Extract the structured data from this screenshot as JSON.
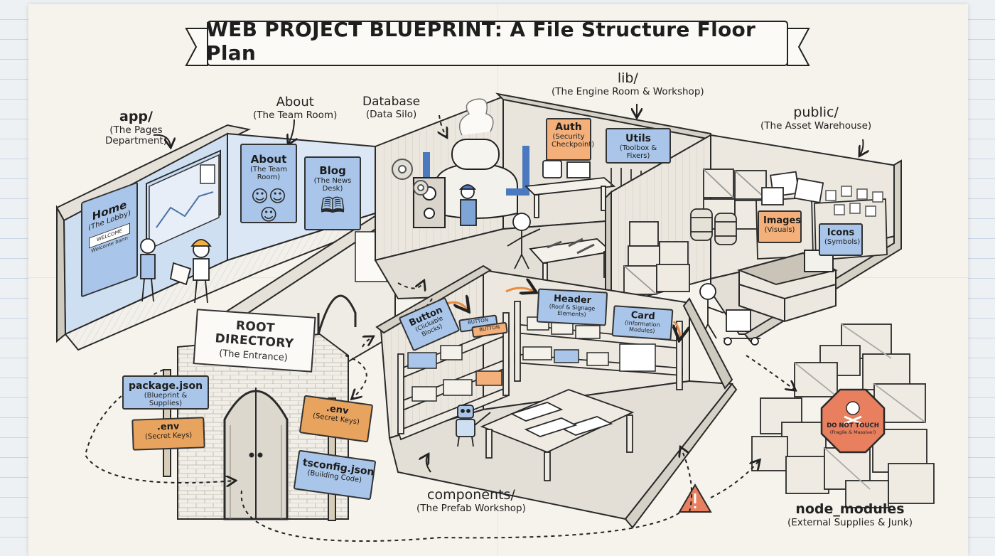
{
  "title": "WEB PROJECT BLUEPRINT:  A File Structure Floor Plan",
  "areas": {
    "app": {
      "name": "app/",
      "desc": "(The Pages\nDepartment)"
    },
    "about": {
      "name": "About",
      "desc": "(The Team Room)"
    },
    "database": {
      "name": "Database",
      "desc": "(Data Silo)"
    },
    "lib": {
      "name": "lib/",
      "desc": "(The Engine Room & Workshop)"
    },
    "public": {
      "name": "public/",
      "desc": "(The Asset Warehouse)"
    },
    "components": {
      "name": "components/",
      "desc": "(The Prefab Workshop)"
    },
    "node_modules": {
      "name": "node_modules",
      "desc": "(External Supplies & Junk)"
    }
  },
  "room_signs": {
    "home": {
      "title": "Home",
      "sub": "(The Lobby)"
    },
    "about": {
      "title": "About",
      "sub": "(The Team Room)"
    },
    "blog": {
      "title": "Blog",
      "sub": "(The News Desk)"
    },
    "welcome_board": "WELCOME",
    "welcome_caption": "Welcome bann",
    "auth": {
      "title": "Auth",
      "sub": "(Security\nCheckpoint)"
    },
    "utils": {
      "title": "Utils",
      "sub": "(Toolbox & Fixers)"
    },
    "images": {
      "title": "Images",
      "sub": "(Visuals)"
    },
    "icons": {
      "title": "Icons",
      "sub": "(Symbols)"
    },
    "button": {
      "title": "Button",
      "sub": "(Clickable Blocks)"
    },
    "header": {
      "title": "Header",
      "sub": "(Roof & Signage Elements)"
    },
    "card": {
      "title": "Card",
      "sub": "(Information Modules)"
    },
    "button_box_1": "BUTTON",
    "button_box_2": "BUTTON"
  },
  "root": {
    "title": "ROOT DIRECTORY",
    "sub": "(The Entrance)"
  },
  "post_signs": {
    "package_json": {
      "title": "package.json",
      "sub": "(Blueprint & Supplies)"
    },
    "env_left": {
      "title": ".env",
      "sub": "(Secret Keys)"
    },
    "env_right": {
      "title": ".env",
      "sub": "(Secret Keys)"
    },
    "tsconfig": {
      "title": "tsconfig.json",
      "sub": "(Building Code)"
    }
  },
  "warning": {
    "title": "DO NOT TOUCH",
    "sub": "(Fragile & Massive!)"
  },
  "colors": {
    "paper": "#f6f3ec",
    "sign_blue": "#a9c6ea",
    "sign_orange": "#f3b07a",
    "stop_red": "#e87f5f",
    "ink": "#2a2a2a"
  }
}
